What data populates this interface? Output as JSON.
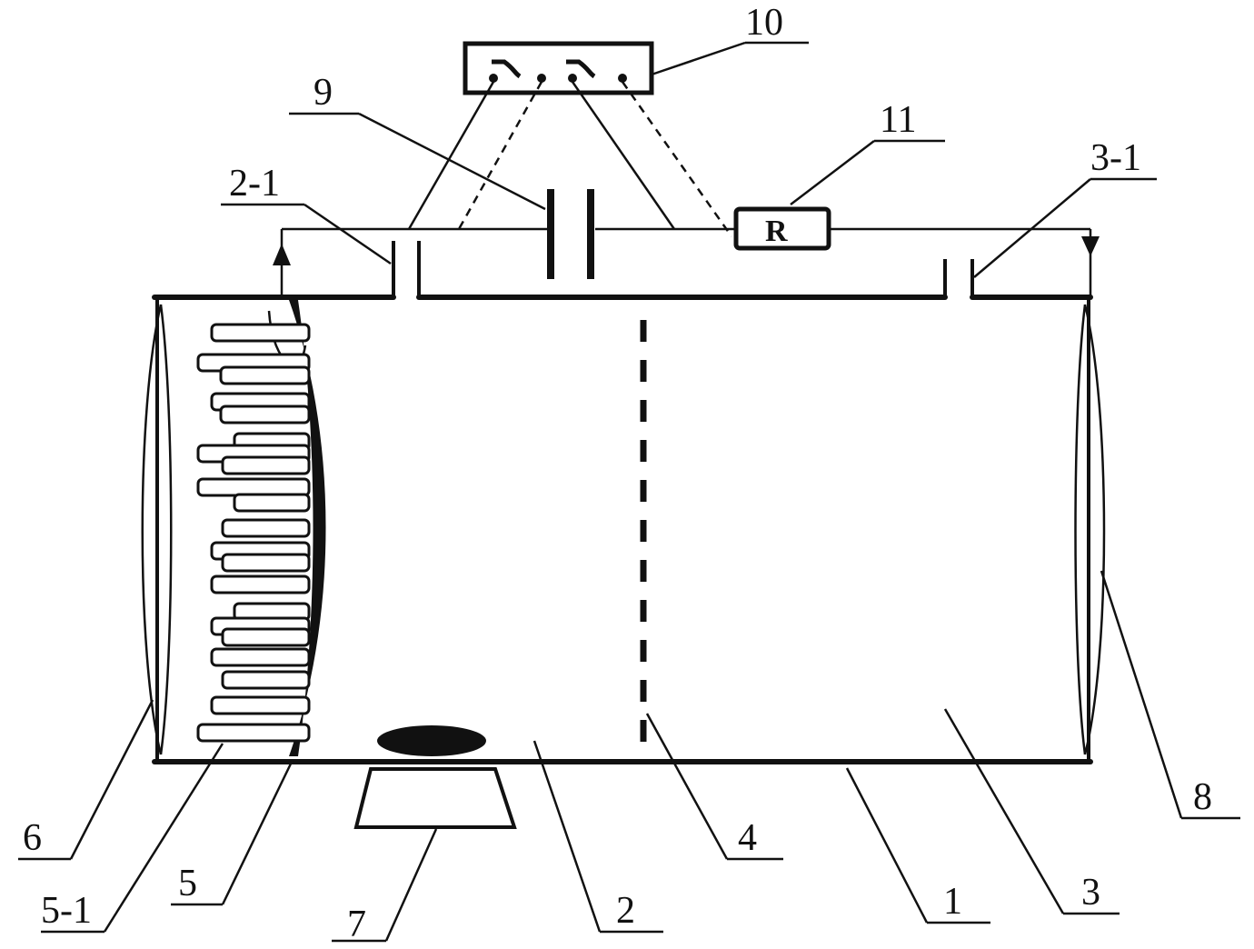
{
  "labels": {
    "l1": "1",
    "l2": "2",
    "l2_1": "2-1",
    "l3": "3",
    "l3_1": "3-1",
    "l4": "4",
    "l5": "5",
    "l5_1": "5-1",
    "l6": "6",
    "l7": "7",
    "l8": "8",
    "l9": "9",
    "l10": "10",
    "l11": "11",
    "resistor": "R"
  }
}
